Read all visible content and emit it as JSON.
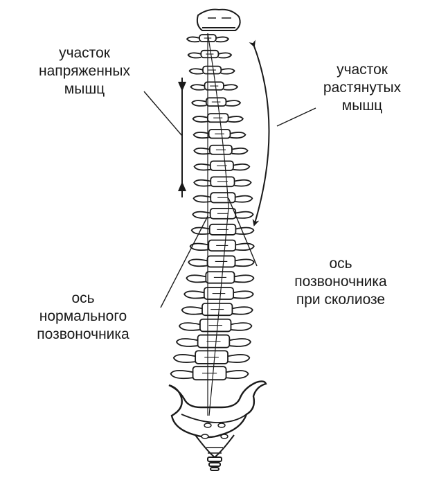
{
  "diagram": {
    "labels": {
      "tense_muscles": [
        "участок",
        "напряженных",
        "мышц"
      ],
      "stretched_muscles": [
        "участок",
        "растянутых",
        "мышц"
      ],
      "scoliosis_axis": [
        "ось",
        "позвоночника",
        "при сколиозе"
      ],
      "normal_axis": [
        "ось",
        "нормального",
        "позвоночника"
      ]
    },
    "colors": {
      "ink": "#1a1a1a",
      "background": "#ffffff"
    }
  }
}
